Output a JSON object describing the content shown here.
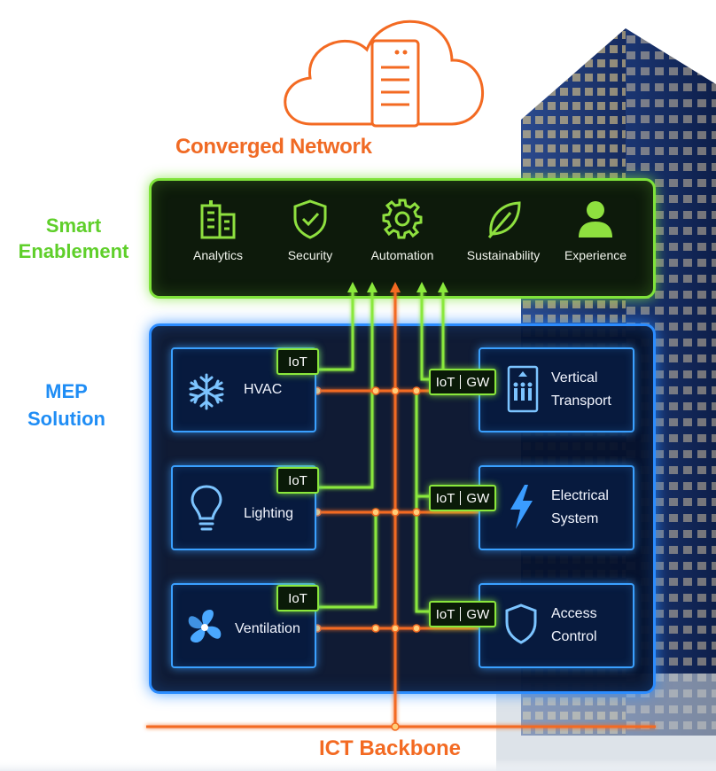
{
  "title": "Converged Network",
  "smart_enablement": {
    "line1": "Smart",
    "line2": "Enablement"
  },
  "enablement_items": [
    {
      "label": "Analytics",
      "icon": "building-icon"
    },
    {
      "label": "Security",
      "icon": "shield-check-icon"
    },
    {
      "label": "Automation",
      "icon": "gear-icon"
    },
    {
      "label": "Sustainability",
      "icon": "leaf-icon"
    },
    {
      "label": "Experience",
      "icon": "person-icon"
    }
  ],
  "mep_solution": {
    "line1": "MEP",
    "line2": "Solution"
  },
  "systems_left": [
    {
      "label": "HVAC",
      "icon": "snowflake-icon",
      "tag": "IoT"
    },
    {
      "label": "Lighting",
      "icon": "lightbulb-icon",
      "tag": "IoT"
    },
    {
      "label": "Ventilation",
      "icon": "fan-icon",
      "tag": "IoT"
    }
  ],
  "systems_right": [
    {
      "line1": "Vertical",
      "line2": "Transport",
      "icon": "elevator-icon",
      "tag_a": "IoT",
      "tag_b": "GW"
    },
    {
      "line1": "Electrical",
      "line2": "System",
      "icon": "lightning-icon",
      "tag_a": "IoT",
      "tag_b": "GW"
    },
    {
      "line1": "Access",
      "line2": "Control",
      "icon": "shield-icon",
      "tag_a": "IoT",
      "tag_b": "GW"
    }
  ],
  "backbone": "ICT Backbone",
  "colors": {
    "orange": "#f36a22",
    "green": "#7fe33a",
    "blue": "#2b8cff",
    "navy": "#071a3e"
  }
}
